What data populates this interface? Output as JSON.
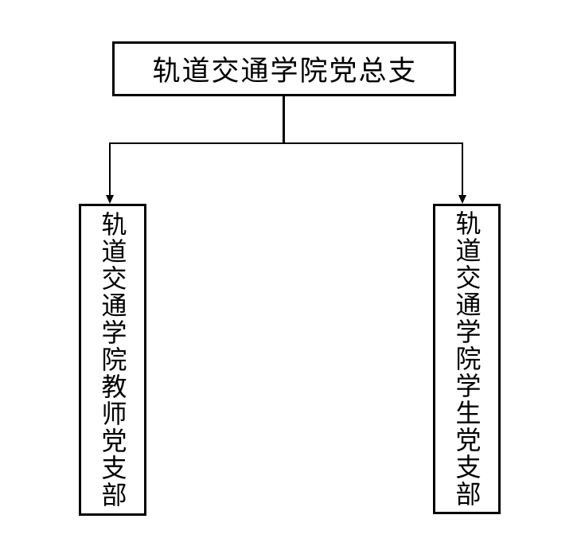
{
  "org_chart": {
    "root": {
      "label": "轨道交通学院党总支"
    },
    "branches": [
      {
        "label": "轨道交通学院教师党支部"
      },
      {
        "label": "轨道交通学院学生党支部"
      }
    ]
  },
  "colors": {
    "line": "#000000",
    "text": "#000000",
    "background": "#ffffff"
  }
}
